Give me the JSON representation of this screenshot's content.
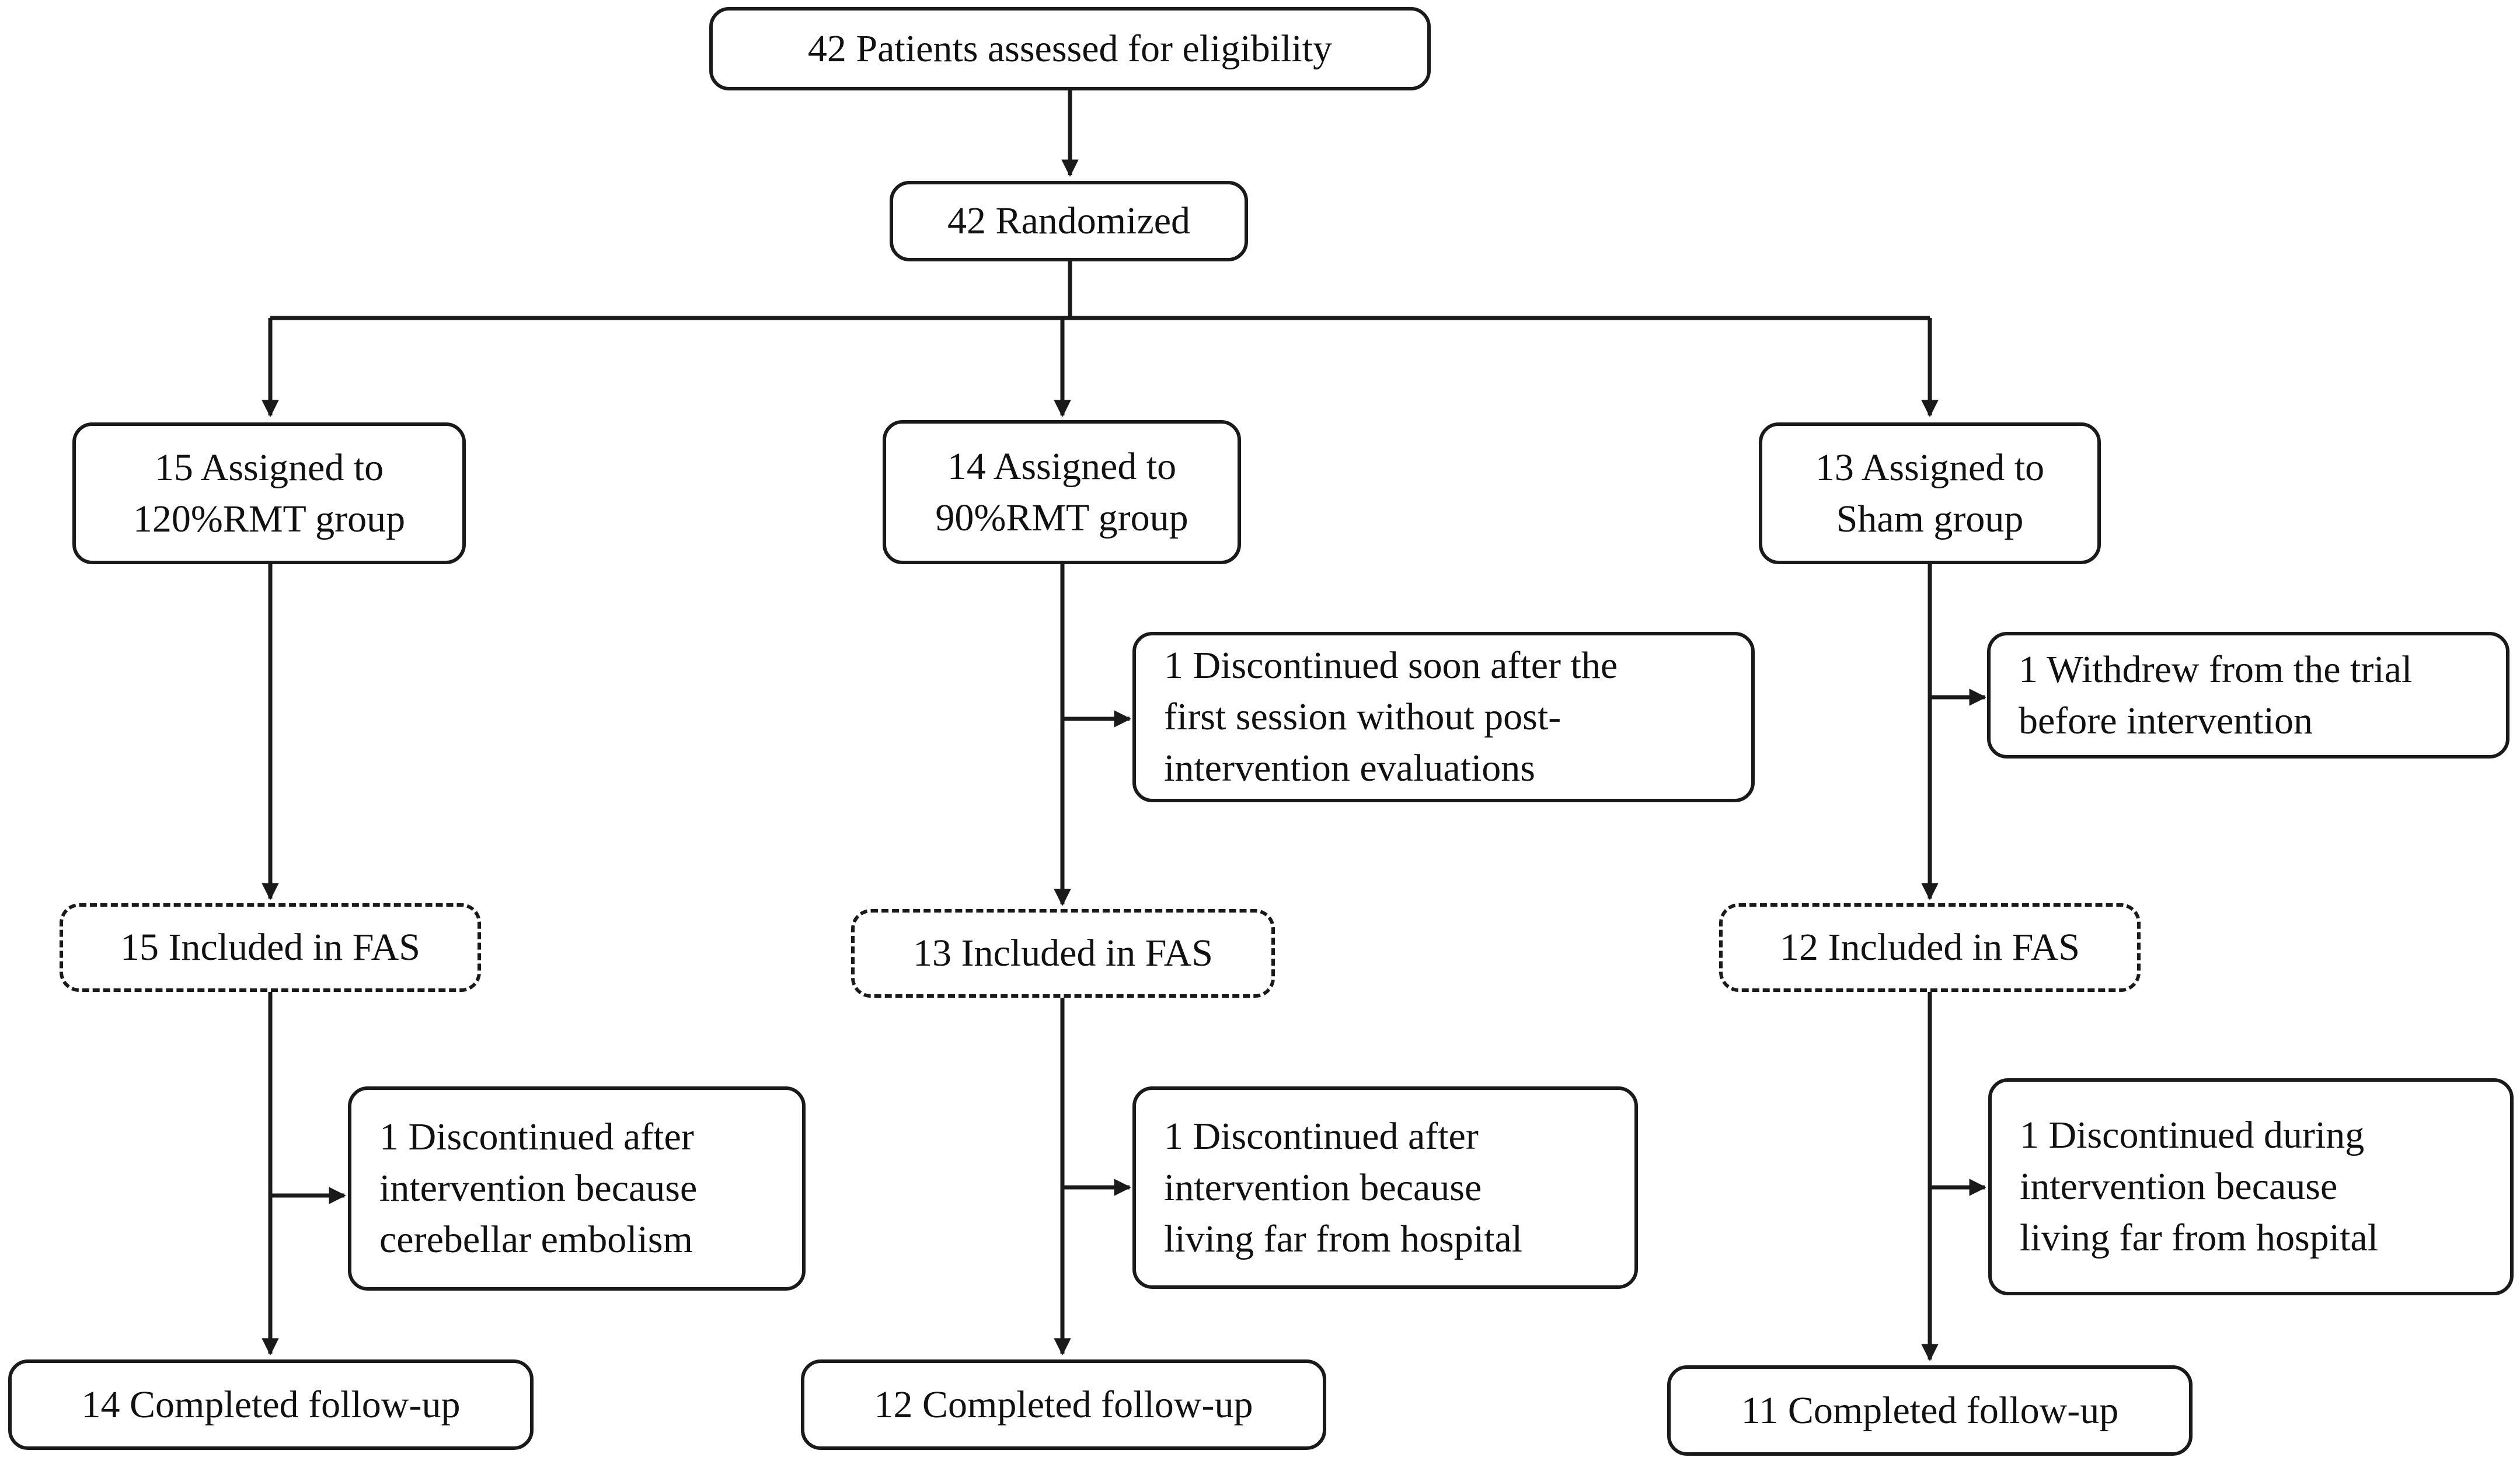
{
  "colors": {
    "line": "#1a1a1a",
    "text": "#111111",
    "background": "#ffffff"
  },
  "diagram": {
    "enrollment": {
      "assessed": "42 Patients assessed for eligibility",
      "randomized": "42 Randomized"
    },
    "arms": [
      {
        "assigned": [
          "15 Assigned to",
          "120%RMT group"
        ],
        "fas": "15 Included in FAS",
        "dropout": [
          "1 Discontinued after",
          "intervention because",
          "cerebellar embolism"
        ],
        "completed": "14 Completed follow-up"
      },
      {
        "assigned": [
          "14 Assigned to",
          "90%RMT group"
        ],
        "pre_fas_dropout": [
          "1 Discontinued soon after the",
          "first session without post-",
          "intervention evaluations"
        ],
        "fas": "13 Included in FAS",
        "dropout": [
          "1 Discontinued after",
          "intervention because",
          "living far from hospital"
        ],
        "completed": "12 Completed follow-up"
      },
      {
        "assigned": [
          "13 Assigned to",
          "Sham group"
        ],
        "pre_fas_dropout": [
          "1 Withdrew from the trial",
          "before intervention"
        ],
        "fas": "12 Included in FAS",
        "dropout": [
          "1 Discontinued during",
          "intervention because",
          "living far from hospital"
        ],
        "completed": "11 Completed follow-up"
      }
    ]
  }
}
